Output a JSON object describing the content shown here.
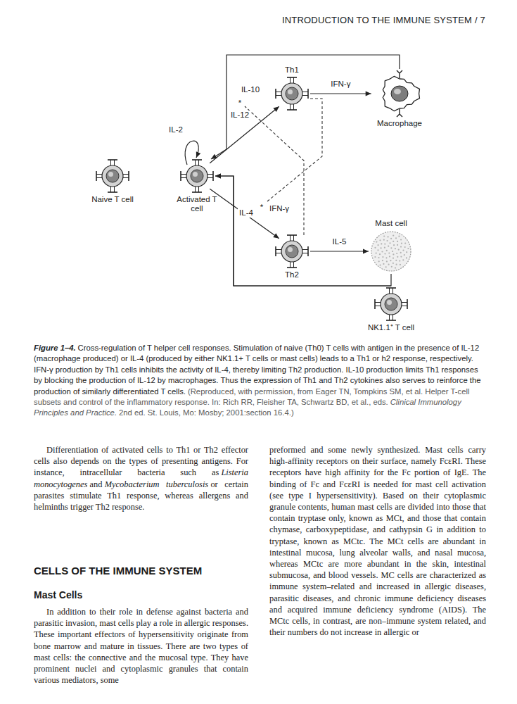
{
  "diagram": {
    "caption": "Cross-regulation of T helper cell responses. Stimulation of naive (Th0) T cells with antigen in the presence of IL-12 (macrophage produced) or IL-4 (produced by either NK1.1+ T cells or mast cells) leads to a Th1 or h2 response, respectively. IFN-γ production by Th1 cells inhibits the activity of IL-4, thereby limiting Th2 production. IL-10 production limits Th1 responses by blocking the production of IL-12 by macrophages. Thus the expression of Th1 and Th2 cytokines also serves to reinforce the production of similarly differentiated T cells.",
    "nodes": [
      {
        "text": [
          "Th1"
        ]
      },
      {
        "text": [
          "Macrophage"
        ]
      },
      {
        "text": [
          "Naive T cell"
        ]
      },
      {
        "text": [
          "Activated T cell"
        ]
      },
      {
        "text": [
          "Mast cell"
        ]
      },
      {
        "text": [
          "Th2"
        ]
      },
      {
        "text": [
          "NK1.1⁺ T cell"
        ]
      }
    ],
    "edges": [
      {
        "from": 3,
        "to": 3,
        "arrow": "to",
        "label": "IL-2"
      },
      {
        "from": 3,
        "to": 0,
        "arrow": "to"
      },
      {
        "from": 3,
        "to": 5,
        "arrow": "to"
      },
      {
        "from": 0,
        "to": 1,
        "arrow": "to",
        "label": "IFN-γ"
      },
      {
        "from": 1,
        "to": 3,
        "arrow": "to",
        "label": "IL-12"
      },
      {
        "from": 5,
        "to": 4,
        "arrow": "to",
        "label": "IL-5"
      },
      {
        "from": 4,
        "to": 3,
        "arrow": "to",
        "label": "IL-4"
      },
      {
        "from": 6,
        "to": 3,
        "arrow": "to"
      }
    ],
    "labels": [
      "INTRODUCTION TO THE IMMUNE SYSTEM / 7",
      "*",
      "IL-10",
      "*",
      "IFN-γ",
      "Figure 1–4.",
      "(Reproduced, with permission, from Eager TN, Tompkins SM, et al. Helper T-cell subsets and control of the inflammatory response. In: Rich RR, Fleisher TA, Schwartz BD, et al., eds.",
      "Clinical Immunology Principles and Practice.",
      "2nd ed. St. Louis, Mo: Mosby; 2001:section 16.4.)",
      "Differentiation of activated cells to Th1 or Th2 effector cells also depends on the types of presenting antigens. For instance, intracellular bacteria such as",
      "Listeria monocytogenes",
      "and",
      "Mycobacterium tuberculosis",
      "or certain parasites stimulate Th1 response, whereas allergens and helminths trigger Th2 response.",
      "CELLS OF THE IMMUNE SYSTEM",
      "Mast Cells",
      "In addition to their role in defense against bacteria and parasitic invasion, mast cells play a role in allergic responses. These important effectors of hypersensitivity originate from bone marrow and mature in tissues. There are two types of mast cells: the connective and the mucosal type. They have prominent nuclei and cytoplasmic granules that contain various mediators, some",
      "preformed and some newly synthesized. Mast cells carry high-affinity receptors on their surface, namely FcεRI. These receptors have high affinity for the Fc portion of IgE. The binding of Fc and FcεRI is needed for mast cell activation (see type I hypersensitivity). Based on their cytoplasmic granule contents, human mast cells are divided into those that contain tryptase only, known as MCt, and those that contain chymase, carboxypeptidase, and cathypsin G in addition to tryptase, known as MCtc. The MCt cells are abundant in intestinal mucosa, lung alveolar walls, and nasal mucosa, whereas MCtc are more abundant in the skin, intestinal submucosa, and blood vessels. MC cells are characterized as immune system–related and increased in allergic diseases, parasitic diseases, and chronic immune deficiency diseases and acquired immune deficiency syndrome (AIDS). The MCtc cells, in contrast, are non–immune system related, and their numbers do not increase in allergic or"
    ]
  }
}
